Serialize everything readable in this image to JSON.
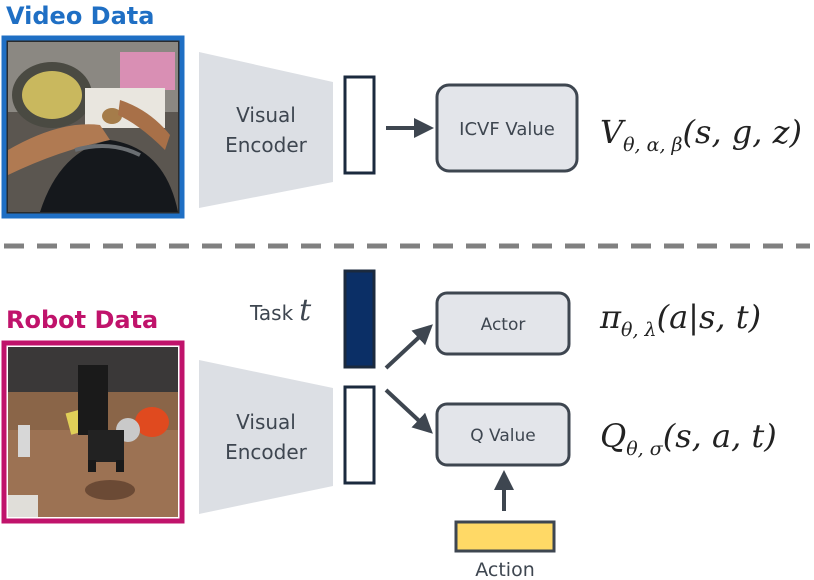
{
  "video_section": {
    "title": "Video Data",
    "title_color": "#1f6fc4",
    "frame_color": "#1f6fc4",
    "encoder_label_line1": "Visual",
    "encoder_label_line2": "Encoder",
    "value_box_label": "ICVF Value",
    "value_formula": {
      "main": "V",
      "sub": "θ, α, β",
      "args": "(s, g, z)"
    }
  },
  "robot_section": {
    "title": "Robot Data",
    "title_color": "#c0136b",
    "frame_color": "#c0136b",
    "encoder_label_line1": "Visual",
    "encoder_label_line2": "Encoder",
    "task_label": "Task",
    "task_symbol": "t",
    "actor_box_label": "Actor",
    "actor_formula": {
      "main": "π",
      "sub": "θ, λ",
      "args": "(a|s, t)"
    },
    "q_box_label": "Q Value",
    "q_formula": {
      "main": "Q",
      "sub": "θ, σ",
      "args": "(s, a, t)"
    },
    "action_label": "Action",
    "action_color": "#ffd966",
    "task_bar_color": "#0b2f66"
  },
  "colors": {
    "encoder_fill": "#dcdfe4",
    "box_fill": "#e3e5ea",
    "box_stroke": "#3e4650",
    "divider": "#808080"
  }
}
